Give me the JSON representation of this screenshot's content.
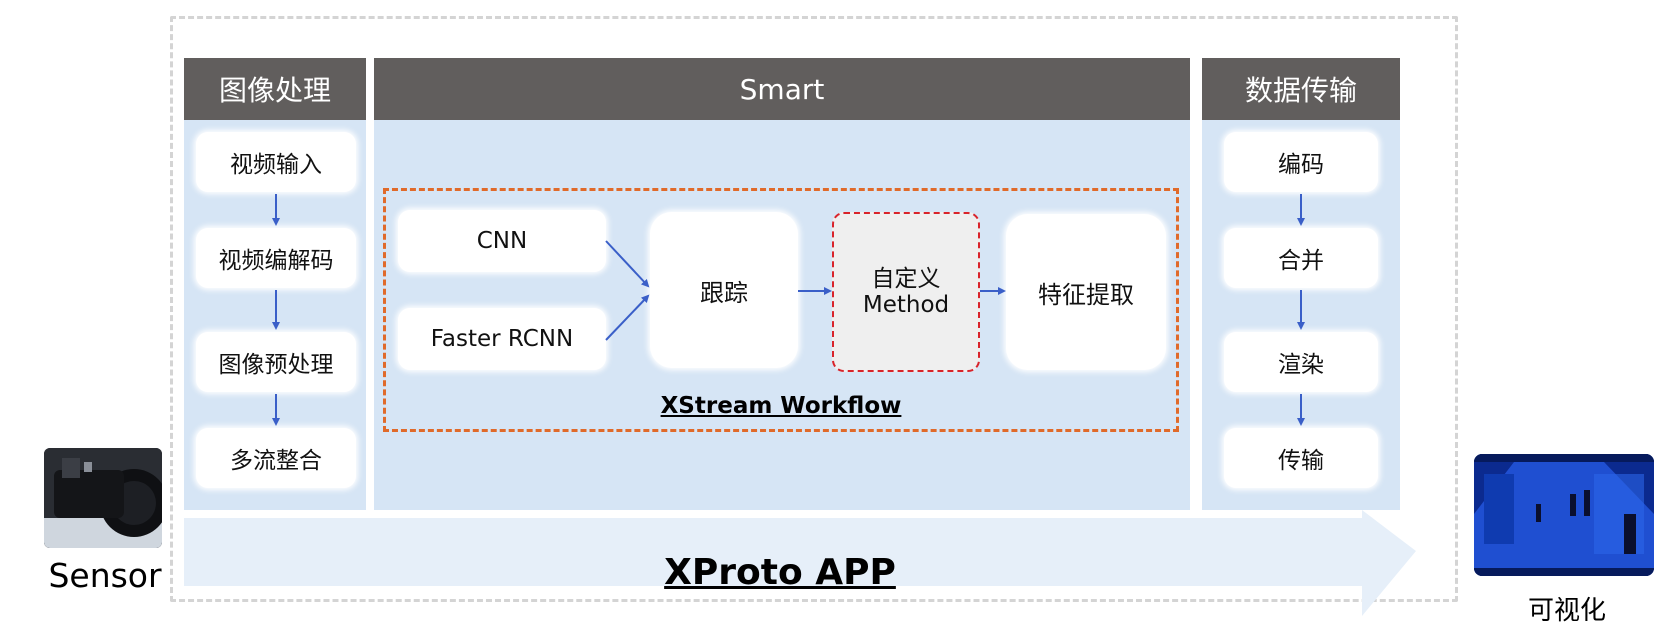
{
  "columns": {
    "image_processing": {
      "title": "图像处理",
      "steps": [
        "视频输入",
        "视频编解码",
        "图像预处理",
        "多流整合"
      ]
    },
    "smart": {
      "title": "Smart",
      "workflow_label": "XStream Workflow",
      "detectors": [
        "CNN",
        "Faster RCNN"
      ],
      "tracking": "跟踪",
      "custom_method_line1": "自定义",
      "custom_method_line2": "Method",
      "feature_extraction": "特征提取"
    },
    "data_transfer": {
      "title": "数据传输",
      "steps": [
        "编码",
        "合并",
        "渲染",
        "传输"
      ]
    }
  },
  "app_label": "XProto APP",
  "sensor_label": "Sensor",
  "visualization_label": "可视化",
  "icons": {
    "sensor": "camera-lens-photo",
    "visualization": "surveillance-screen-photo"
  },
  "colors": {
    "header_bg": "#615e5d",
    "column_bg": "#d6e5f5",
    "arrow": "#3a5fc8",
    "workflow_border": "#e06a2a",
    "custom_border": "#d9232a",
    "app_arrow_bg": "#e6eff9"
  }
}
